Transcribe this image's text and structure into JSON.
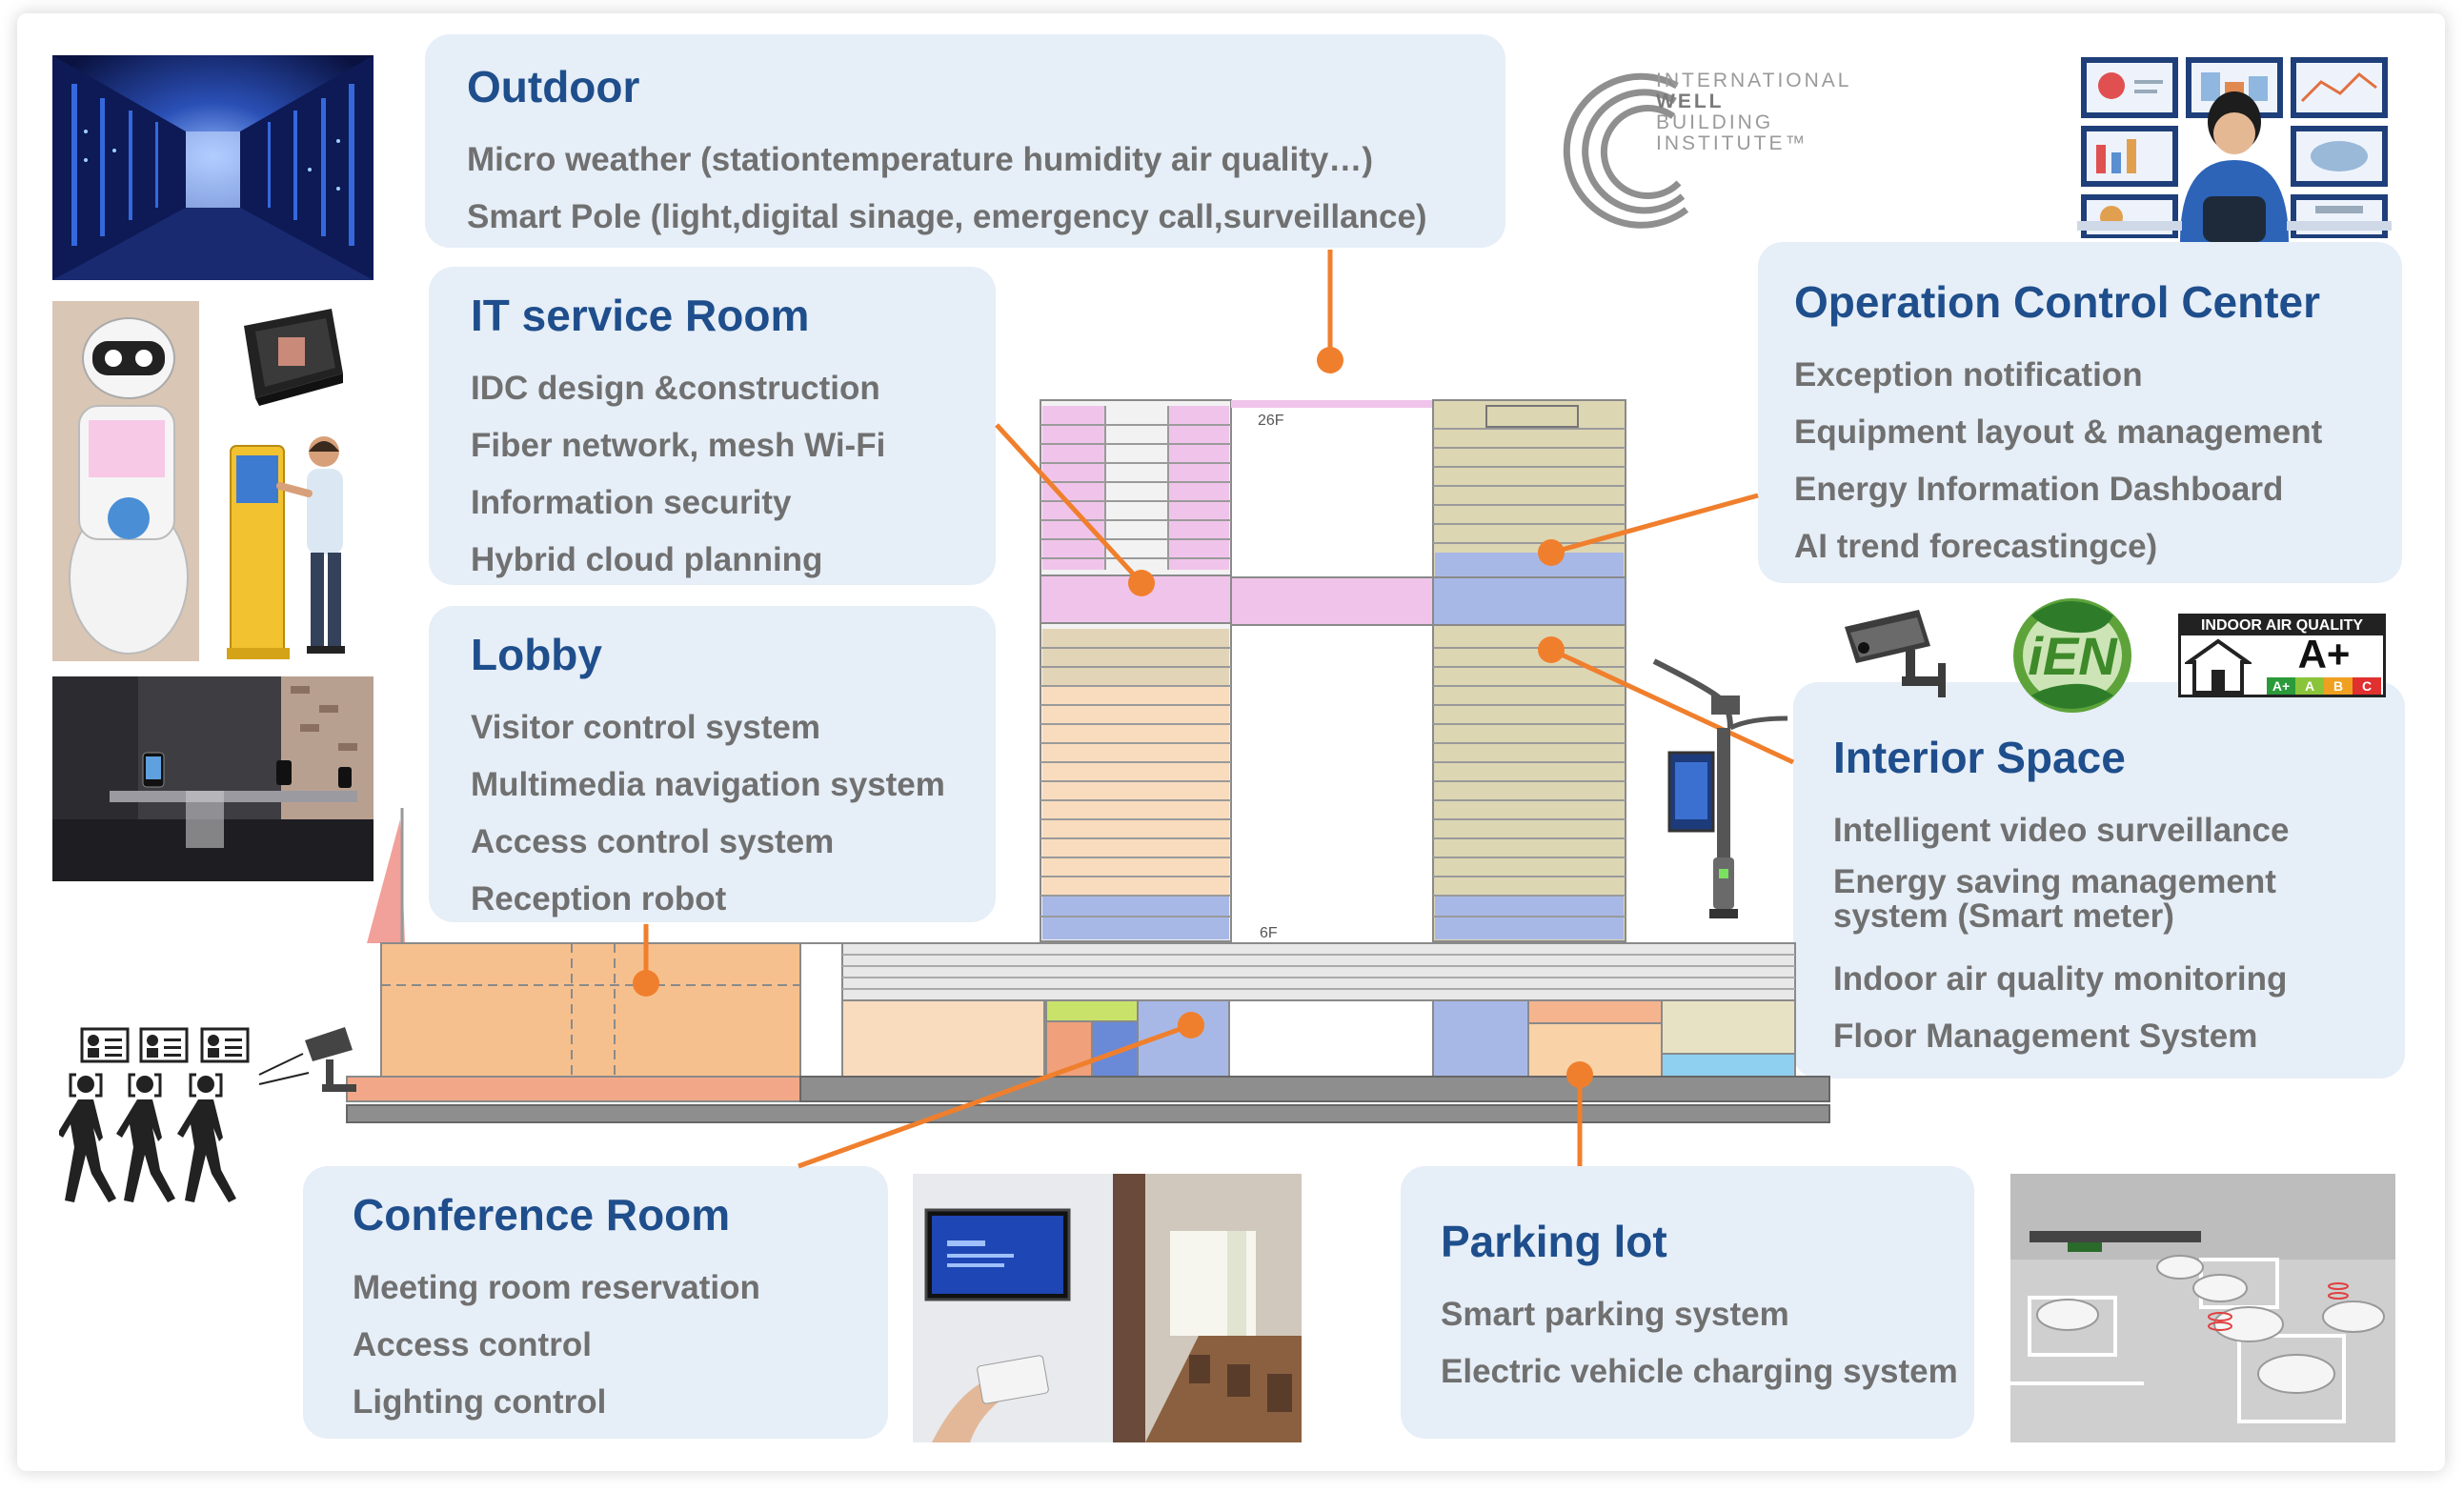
{
  "cards": {
    "outdoor": {
      "title": "Outdoor",
      "items": [
        "Micro weather (stationtemperature humidity air quality…)",
        "Smart Pole (light,digital sinage, emergency call,surveillance)"
      ]
    },
    "it_room": {
      "title": "IT service Room",
      "items": [
        "IDC design &construction",
        "Fiber network, mesh Wi-Fi",
        "Information security",
        "Hybrid cloud planning"
      ]
    },
    "lobby": {
      "title": "Lobby",
      "items": [
        "Visitor control system",
        "Multimedia navigation system",
        "Access control system",
        "Reception robot"
      ]
    },
    "occ": {
      "title": "Operation Control Center",
      "items": [
        "Exception notification",
        "Equipment layout & management",
        "Energy Information Dashboard",
        "AI trend forecastingce)"
      ]
    },
    "interior": {
      "title": "Interior Space",
      "items": [
        "Intelligent video surveillance",
        "Energy saving management system (Smart meter)",
        "Indoor air quality monitoring",
        "Floor Management System"
      ]
    },
    "conference": {
      "title": "Conference Room",
      "items": [
        "Meeting room reservation",
        "Access control",
        "Lighting control"
      ]
    },
    "parking": {
      "title": "Parking lot",
      "items": [
        "Smart parking system",
        "Electric vehicle charging system"
      ]
    }
  },
  "well_logo": {
    "line1": "INTERNATIONAL",
    "line2": "WELL",
    "line3": "BUILDING",
    "line4": "INSTITUTE™"
  },
  "iaq_badge": {
    "title": "INDOOR AIR QUALITY",
    "grade": "A+",
    "scale": [
      "A+",
      "A",
      "B",
      "C"
    ]
  },
  "building": {
    "floor_top": "26F",
    "floor_bottom": "6F"
  },
  "icons": [
    "server-room-photo",
    "robot-photo",
    "kiosk-photo",
    "gate-photo",
    "control-room-icon",
    "cctv-camera-icon",
    "ien-logo",
    "smart-pole-icon",
    "visitors-icon",
    "meeting-room-photo",
    "parking-photo"
  ],
  "colors": {
    "card_bg": "#e6eef7",
    "title": "#1f4e8c",
    "text": "#707070",
    "connector": "#f07f2d"
  }
}
